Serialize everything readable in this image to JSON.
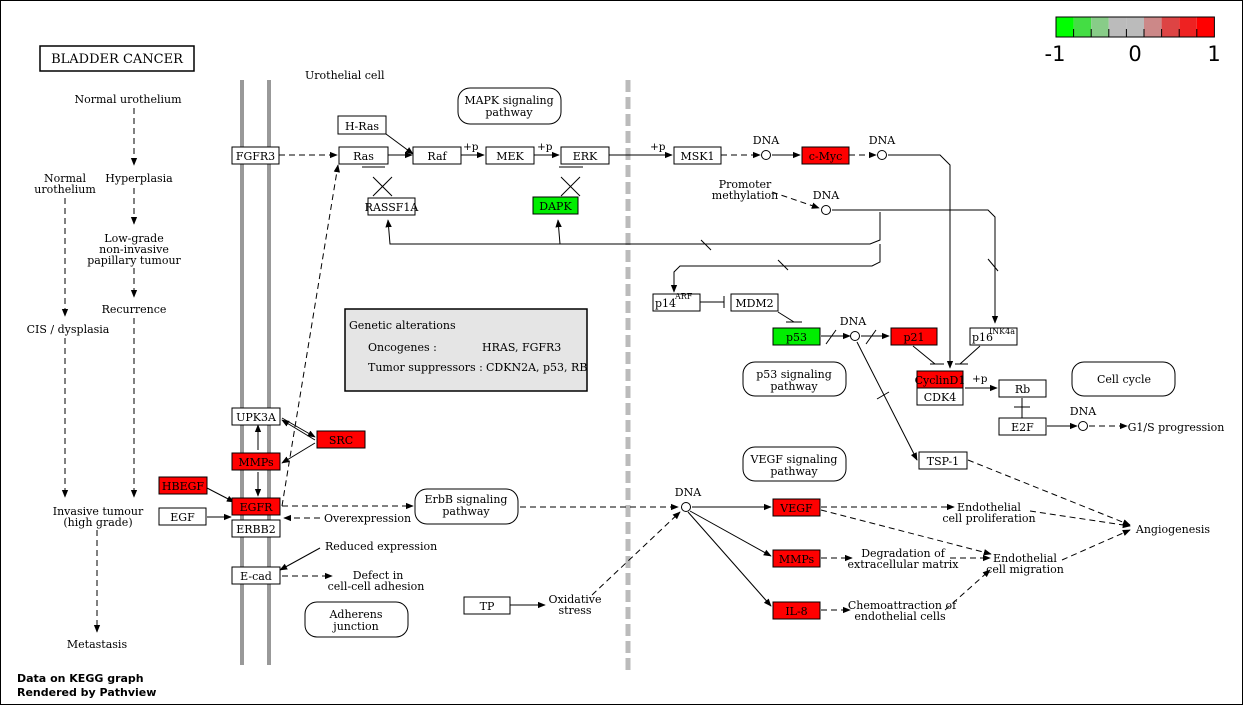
{
  "title": "BLADDER  CANCER",
  "colors": {
    "up": "#ff0000",
    "down": "#00ee00",
    "neutral": "#ffffff",
    "membrane": "#999999",
    "legend": [
      "#00ff00",
      "#44dd44",
      "#88cc88",
      "#bbbbbb",
      "#bbbbbb",
      "#cc8888",
      "#dd4444",
      "#ee2222",
      "#ff0000"
    ]
  },
  "legend": {
    "min": "-1",
    "mid": "0",
    "max": "1"
  },
  "footer": {
    "line1": "Data on KEGG graph",
    "line2": "Rendered by Pathview"
  },
  "labels": {
    "urothelial_cell": "Urothelial cell",
    "normal_urothelium": "Normal urothelium",
    "hyperplasia": "Hyperplasia",
    "normal_urothelium_left_1": "Normal",
    "normal_urothelium_left_2": "urothelium",
    "low_grade_1": "Low-grade",
    "low_grade_2": "non-invasive",
    "low_grade_3": "papillary tumour",
    "recurrence": "Recurrence",
    "cis": "CIS / dysplasia",
    "invasive_1": "Invasive tumour",
    "invasive_2": "(high grade)",
    "metastasis": "Metastasis",
    "overexpression": "Overexpression",
    "reduced_expression": "Reduced expression",
    "defect_1": "Defect in",
    "defect_2": "cell-cell adhesion",
    "oxidative_1": "Oxidative",
    "oxidative_2": "stress",
    "promoter_1": "Promoter",
    "promoter_2": "methylation",
    "endo_prolif_1": "Endothelial",
    "endo_prolif_2": "cell proliferation",
    "degradation_1": "Degradation of",
    "degradation_2": "extracellular matrix",
    "endo_migr_1": "Endothelial",
    "endo_migr_2": "cell migration",
    "chemo_1": "Chemoattraction of",
    "chemo_2": "endothelial cells",
    "angiogenesis": "Angiogenesis",
    "g1s": "G1/S progression",
    "dna": "DNA",
    "plus_p": "+p"
  },
  "pathways": {
    "mapk_1": "MAPK signaling",
    "mapk_2": "pathway",
    "p53_1": "p53 signaling",
    "p53_2": "pathway",
    "cellcycle": "Cell cycle",
    "vegf_1": "VEGF signaling",
    "vegf_2": "pathway",
    "erbb_1": "ErbB signaling",
    "erbb_2": "pathway",
    "adherens_1": "Adherens",
    "adherens_2": "junction"
  },
  "genetic": {
    "heading": "Genetic alterations",
    "onc_label": "Oncogenes :",
    "onc_value": "HRAS, FGFR3",
    "ts_label": "Tumor suppressors :",
    "ts_value": "CDKN2A, p53, RB"
  },
  "genes": {
    "hras": "H-Ras",
    "fgfr3": "FGFR3",
    "ras": "Ras",
    "raf": "Raf",
    "mek": "MEK",
    "erk": "ERK",
    "msk1": "MSK1",
    "cmyc": "c-Myc",
    "rassf1a": "RASSF1A",
    "dapk": "DAPK",
    "p14arf": "p14",
    "p14arf_sup": "ARF",
    "mdm2": "MDM2",
    "p53": "p53",
    "p21": "p21",
    "p16ink4a": "p16",
    "p16ink4a_sup": "INK4a",
    "cyclind1": "CyclinD1",
    "cdk4": "CDK4",
    "rb": "Rb",
    "e2f": "E2F",
    "tsp1": "TSP-1",
    "upk3a": "UPK3A",
    "src": "SRC",
    "mmps_left": "MMPs",
    "hbegf": "HBEGF",
    "egfr": "EGFR",
    "egf": "EGF",
    "erbb2": "ERBB2",
    "ecad": "E-cad",
    "tp": "TP",
    "vegf": "VEGF",
    "mmps_right": "MMPs",
    "il8": "IL-8"
  }
}
